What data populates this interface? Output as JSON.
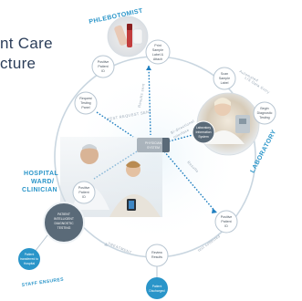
{
  "title": {
    "line1": "nt Care",
    "line2": "cture"
  },
  "roles": {
    "phlebotomist": "PHLEBOTOMIST",
    "laboratory": "LABORATORY",
    "hospital_line1": "HOSPITAL",
    "hospital_line2": "WARD/",
    "hospital_line3": "CLINICIAN"
  },
  "nodes": {
    "positive_id_top": [
      "Positive",
      "Patient",
      "ID"
    ],
    "print_labels": [
      "Print",
      "Sample",
      "Label &",
      "Attach"
    ],
    "scan_label": [
      "Scan",
      "Sample",
      "Label"
    ],
    "begin_testing": [
      "Begin",
      "Diagnostic",
      "Testing"
    ],
    "lab_info_system": [
      "Laboratory",
      "Information",
      "System"
    ],
    "request_panel": [
      "Request",
      "Testing",
      "Panel"
    ],
    "center_system": [
      "PHYSICIAN",
      "SYSTEM"
    ],
    "positive_id_left": [
      "Positive",
      "Patient",
      "ID"
    ],
    "patient_diagnostic": [
      "PATIENT",
      "INTELLIGENT",
      "DIAGNOSTIC",
      "TESTING"
    ],
    "positive_id_right": [
      "Positive",
      "Patient",
      "ID"
    ],
    "review_results": [
      "Review",
      "Results"
    ],
    "patient_discharged": [
      "Patient",
      "Discharged"
    ],
    "patient_transferred": [
      "Patient",
      "transferred to",
      "Hospital"
    ]
  },
  "arc_labels": {
    "automated": "Automated",
    "lab_data_entry": "LIS Data Entry",
    "test_request_sent": "TEST REQUEST SENT",
    "bi_directional": "Bi-directional",
    "interface": "interface",
    "results": "Results",
    "treatment": "TREATMENT",
    "staff_ensures": "STAFF ENSURES",
    "test_collected": "test collected",
    "results_sent": "Results sent"
  },
  "colors": {
    "ring": "#c9d6e0",
    "node_fill": "#ffffff",
    "node_stroke": "#b8c6d2",
    "dark_node": "#5a6a78",
    "accent_blue": "#2a95c9",
    "dotted_blue": "#1f7fc0",
    "title_text": "#2c3e5a"
  },
  "icons": {
    "photo_phlebotomist": "phlebotomist-photo",
    "photo_laboratory": "laboratory-technician-photo",
    "photo_clinician": "clinician-patient-photo"
  }
}
